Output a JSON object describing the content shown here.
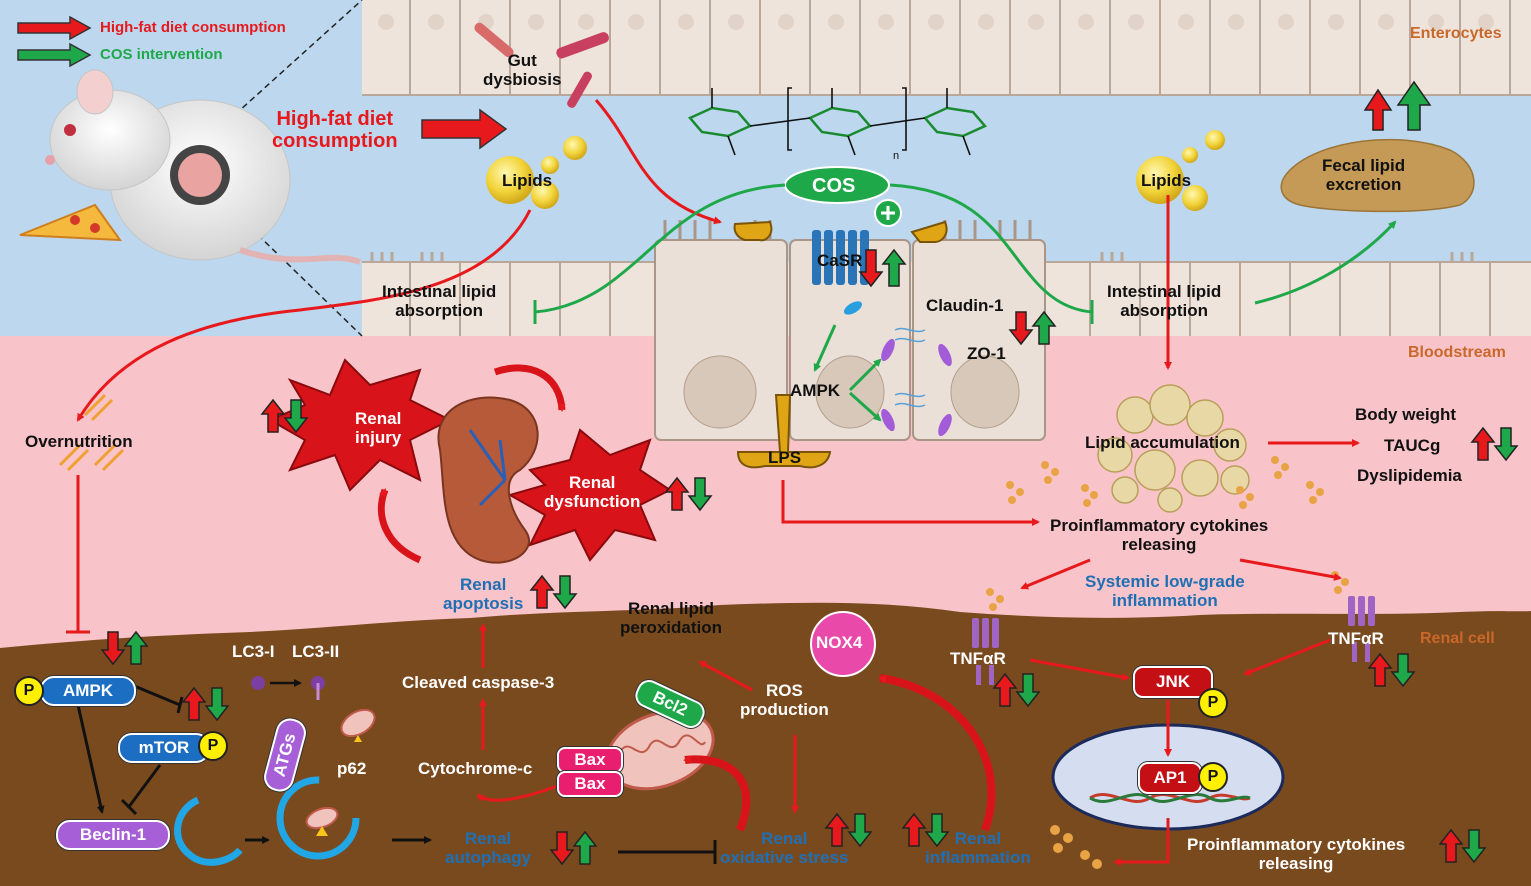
{
  "legend": {
    "high_fat": "High-fat diet consumption",
    "cos": "COS intervention"
  },
  "regions": {
    "enterocytes": "Enterocytes",
    "bloodstream": "Bloodstream",
    "renal_cell": "Renal cell"
  },
  "labels": {
    "gut_dysbiosis": "Gut\ndysbiosis",
    "hfd_consumption": "High-fat diet\nconsumption",
    "lipids_left": "Lipids",
    "lipids_right": "Lipids",
    "cos": "COS",
    "chitosan_n": "n",
    "casr": "CaSR",
    "claudin": "Claudin-1",
    "zo1": "ZO-1",
    "ampk_gut": "AMPK",
    "lps": "LPS",
    "intestinal_left": "Intestinal lipid\nabsorption",
    "intestinal_right": "Intestinal lipid\nabsorption",
    "fecal": "Fecal lipid\nexcretion",
    "overnutrition": "Overnutrition",
    "renal_injury": "Renal\ninjury",
    "renal_dysfunction": "Renal\ndysfunction",
    "lipid_accumulation": "Lipid accumulation",
    "body_weight": "Body weight",
    "taucg": "TAUCg",
    "dyslipidemia": "Dyslipidemia",
    "proinflam_mid": "Proinflammatory cytokines\nreleasing",
    "systemic": "Systemic low-grade\ninflammation",
    "renal_apoptosis": "Renal\napoptosis",
    "renal_lipid_perox": "Renal lipid\nperoxidation",
    "nox4": "NOX4",
    "tnfar_left": "TNFαR",
    "tnfar_right": "TNFαR",
    "jnk": "JNK",
    "ap1": "AP1",
    "p": "P",
    "lc3i": "LC3-I",
    "lc3ii": "LC3-II",
    "ampk_renal": "AMPK",
    "mtor": "mTOR",
    "atgs": "ATGs",
    "p62": "p62",
    "cleaved_casp": "Cleaved caspase-3",
    "cytochrome": "Cytochrome-c",
    "bax1": "Bax",
    "bax2": "Bax",
    "bcl2": "Bcl2",
    "ros": "ROS\nproduction",
    "beclin": "Beclin-1",
    "renal_autophagy": "Renal\nautophagy",
    "renal_oxidative": "Renal\noxidative stress",
    "renal_inflammation": "Renal\ninflammation",
    "proinflam_bottom": "Proinflammatory cytokines\nreleasing"
  },
  "colors": {
    "red": "#e8191c",
    "green": "#1fa84a",
    "lumen": "#bcd7ee",
    "blood": "#f9c4c9",
    "renal": "#7a4a1f",
    "blue_text": "#1f6fb4",
    "orange_text": "#c9682a"
  }
}
